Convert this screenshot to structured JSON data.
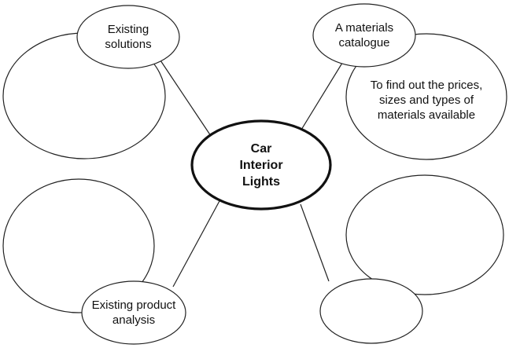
{
  "diagram": {
    "center": {
      "text": "Car\nInterior\nLights"
    },
    "nodes": [
      {
        "id": "existing-solutions",
        "text": "Existing\nsolutions"
      },
      {
        "id": "materials-catalogue",
        "text": "A materials\ncatalogue"
      },
      {
        "id": "catalogue-note",
        "text": "To find out the prices,\nsizes and types of\nmaterials available"
      },
      {
        "id": "existing-product-analysis",
        "text": "Existing product\nanalysis"
      }
    ],
    "edges": [
      {
        "from": "center",
        "to": "existing-solutions"
      },
      {
        "from": "center",
        "to": "materials-catalogue"
      },
      {
        "from": "center",
        "to": "existing-product-analysis"
      },
      {
        "from": "center",
        "to": "bottom-right-bubble"
      }
    ]
  }
}
